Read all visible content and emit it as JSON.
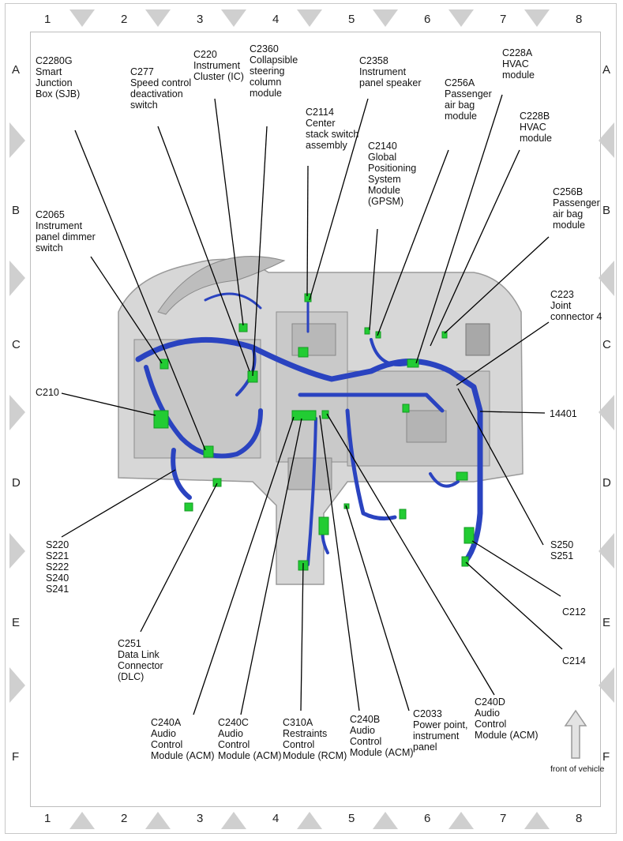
{
  "grid": {
    "columns": [
      "1",
      "2",
      "3",
      "4",
      "5",
      "6",
      "7",
      "8"
    ],
    "rows": [
      "A",
      "B",
      "C",
      "D",
      "E",
      "F"
    ]
  },
  "labels": {
    "c2280g": "C2280G\nSmart\nJunction\nBox (SJB)",
    "c277": "C277\nSpeed control\ndeactivation\nswitch",
    "c220": "C220\nInstrument\nCluster (IC)",
    "c2360": "C2360\nCollapsible\nsteering\ncolumn\nmodule",
    "c2114": "C2114\nCenter\nstack switch\nassembly",
    "c2358": "C2358\nInstrument\npanel speaker",
    "c2140": "C2140\nGlobal\nPositioning\nSystem\nModule\n(GPSM)",
    "c256a": "C256A\nPassenger\nair bag\nmodule",
    "c228a": "C228A\nHVAC\nmodule",
    "c228b": "C228B\nHVAC\nmodule",
    "c256b": "C256B\nPassenger\nair bag\nmodule",
    "c2065": "C2065\nInstrument\npanel dimmer\nswitch",
    "c223": "C223\nJoint\nconnector 4",
    "c210": "C210",
    "n14401": "14401",
    "splices_left": "S220\nS221\nS222\nS240\nS241",
    "s250": "S250\nS251",
    "c212": "C212",
    "c214": "C214",
    "c251": "C251\nData Link\nConnector\n(DLC)",
    "c240a": "C240A\nAudio\nControl\nModule (ACM)",
    "c240c": "C240C\nAudio\nControl\nModule (ACM)",
    "c310a": "C310A\nRestraints\nControl\nModule (RCM)",
    "c240b": "C240B\nAudio\nControl\nModule (ACM)",
    "c2033": "C2033\nPower point,\ninstrument\npanel",
    "c240d": "C240D\nAudio\nControl\nModule (ACM)",
    "front": "front of vehicle"
  },
  "colors": {
    "harness": "#2a43c0",
    "connector": "#22cc33",
    "panel": "#cfcfcf",
    "triangle": "#cfcfcf"
  }
}
